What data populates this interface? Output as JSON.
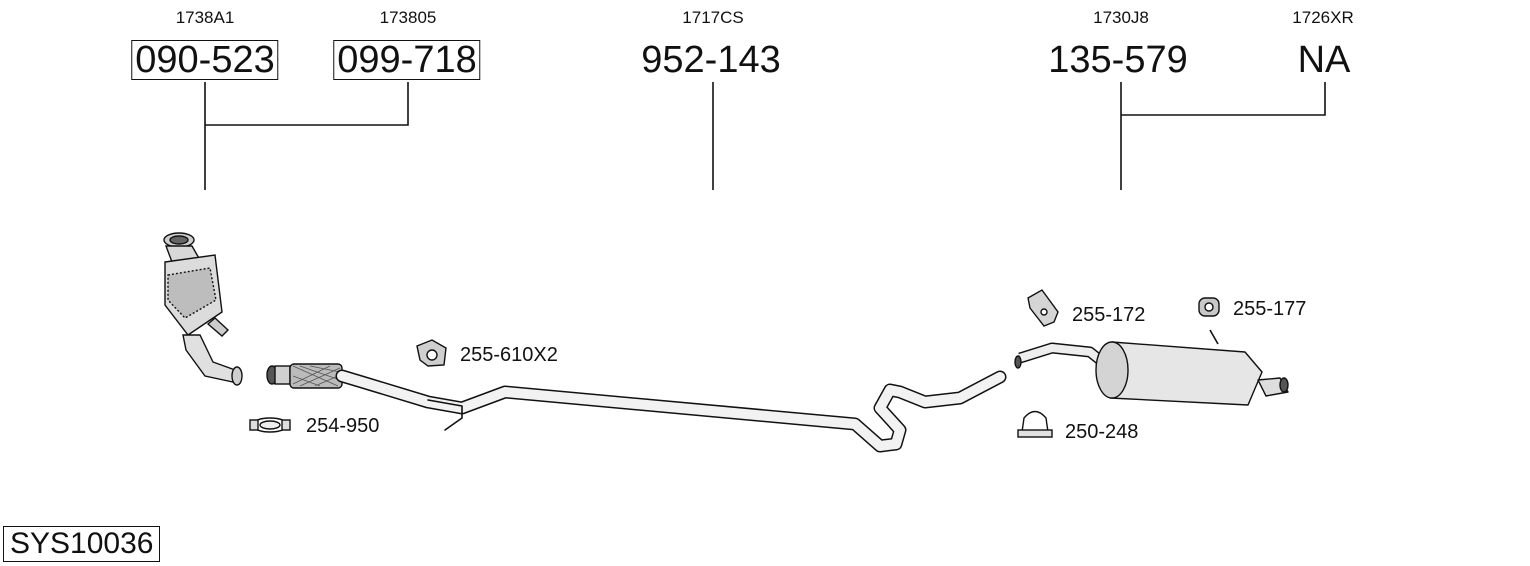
{
  "groups": [
    {
      "ref": "1738A1",
      "part": "090-523"
    },
    {
      "ref": "173805",
      "part": "099-718"
    },
    {
      "ref": "1717CS",
      "part": "952-143"
    },
    {
      "ref": "1730J8",
      "part": "135-579"
    },
    {
      "ref": "1726XR",
      "part": "NA"
    }
  ],
  "accessories": [
    {
      "code": "255-610X2",
      "icon": "rubber-hanger-icon"
    },
    {
      "code": "254-950",
      "icon": "flange-clamp-icon"
    },
    {
      "code": "255-172",
      "icon": "bracket-hanger-icon"
    },
    {
      "code": "255-177",
      "icon": "rubber-ring-icon"
    },
    {
      "code": "250-248",
      "icon": "u-clamp-icon"
    }
  ],
  "system_id": "SYS10036"
}
